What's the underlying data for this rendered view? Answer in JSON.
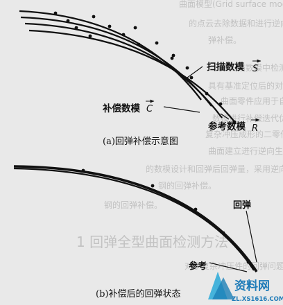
{
  "diagram_a": {
    "labels": {
      "scan": "扫描数模",
      "scan_vec": "S",
      "comp": "补偿数模",
      "comp_vec": "C",
      "ref": "参考数模",
      "ref_vec": "R"
    },
    "caption": "(a)回弹补偿示意图"
  },
  "diagram_b": {
    "labels": {
      "springback": "回弹",
      "ref": "参考"
    },
    "caption": "(b)补偿后的回弹状态"
  },
  "background_text": {
    "line1": "曲面模型(Grid surface model)对于曲面的",
    "line2": "的点云去除数据和进行逆向建模，但其仍有所",
    "line3": "弹补偿。",
    "line4": "从扫描数模中检测出形状数据或零件本",
    "line5": "具有基准定位后的对应几何零件。然而，针对足",
    "line6": "曲面零件应用于自动化补偿运算。本文以某大型",
    "line7": "数模进行补偿迭代优化和回弹误差设计出采用三维扫",
    "line8": "复杂冲压成形的二零件模式与零件进行三维全型回弹",
    "line9": "曲面建立进行逆向生成全型回弹控制后零件与设计数",
    "line10": "的数模设计和回弹后回弹量，采用逆向模数迭代",
    "line11": "钢的回弹补偿。",
    "heading": "1 回弹全型曲面检测方法",
    "line12": "对于复杂冲压件的回弹问题……型面变化中为可以"
  },
  "watermark": {
    "brand": "资料网",
    "url": "ZL.XS1616.COM"
  }
}
